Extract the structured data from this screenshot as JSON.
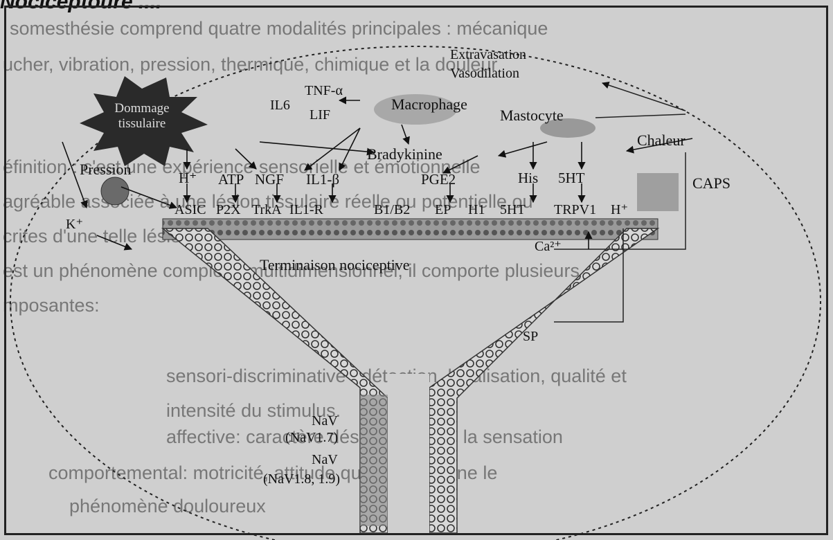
{
  "heading": "Nociceptoure ....",
  "background_text": [
    "somesthésie comprend quatre modalités principales : mécanique",
    "ucher, vibration, pression, thermique, chimique et la douleur",
    "éfinition : c'est une expérience sensorielle et émotionnelle",
    "agréable associée à une lésion tissulaire réelle ou potentielle ou",
    "crites d'une telle lésion",
    "est un phénomène complexe multidimensionnel, il comporte plusieurs",
    "mposantes:",
    "sensori-discriminative : détection, localisation, qualité et",
    "intensité du stimulus.",
    "affective: caractère désagréable de la sensation",
    "comportemental: motricité, attitude qui accompagne le",
    "phénomène douloureux"
  ],
  "diagram": {
    "damage": [
      "Dommage",
      "tissulaire"
    ],
    "extravasation": "Extravasation",
    "vasodilation": "Vasodilation",
    "tnf": "TNF-α",
    "il6": "IL6",
    "lif": "LIF",
    "macrophage": "Macrophage",
    "mastocyte": "Mastocyte",
    "chaleur": "Chaleur",
    "bradykinine": "Bradykinine",
    "pression": "Pression",
    "k": "K⁺",
    "caps": "CAPS",
    "ligands": [
      "H⁺",
      "ATP",
      "NGF",
      "IL1-β",
      "PGE2",
      "His",
      "5HT"
    ],
    "receptors": [
      "ASIC",
      "P2X",
      "TrkA",
      "IL1-R",
      "B1/B2",
      "EP",
      "H1",
      "5HT",
      "TRPV1",
      "H⁺"
    ],
    "ca": "Ca²⁺",
    "termination": "Terminaison nociceptive",
    "sp": "SP",
    "nav1": "NaV",
    "nav1_sub": "(NaV1.7)",
    "nav2": "NaV",
    "nav2_sub": "(NaV1.8, 1.9)"
  }
}
